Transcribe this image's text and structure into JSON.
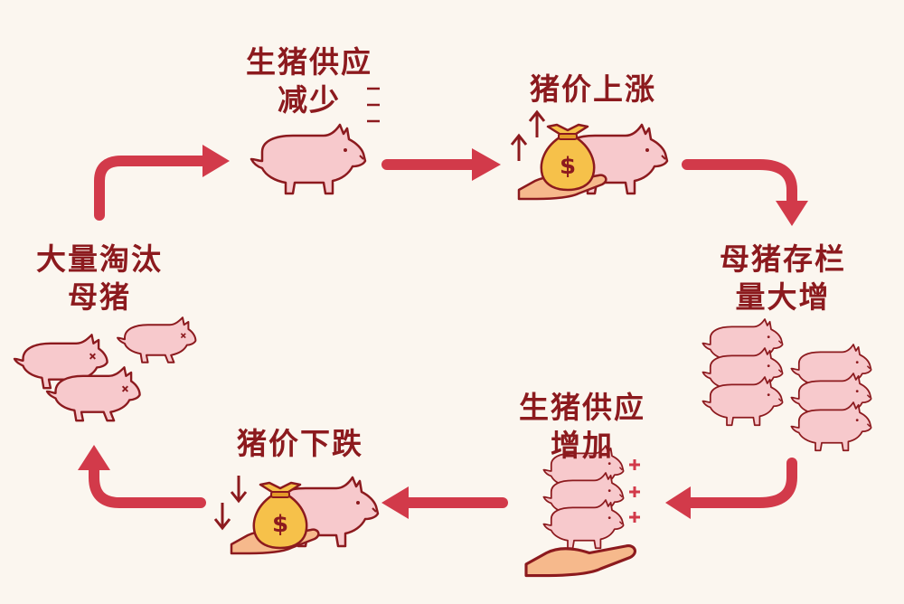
{
  "stages": [
    {
      "id": "supply-decrease",
      "lines": [
        "生猪供应",
        "减少"
      ]
    },
    {
      "id": "price-up",
      "lines": [
        "猪价上涨"
      ]
    },
    {
      "id": "sow-increase",
      "lines": [
        "母猪存栏",
        "量大增"
      ]
    },
    {
      "id": "supply-increase",
      "lines": [
        "生猪供应",
        "增加"
      ]
    },
    {
      "id": "price-down",
      "lines": [
        "猪价下跌"
      ]
    },
    {
      "id": "cull-sows",
      "lines": [
        "大量淘汰",
        "母猪"
      ]
    }
  ],
  "money_symbol": "$",
  "colors": {
    "background": "#fbf6ef",
    "arrow": "#d23a4a",
    "text": "#8c1a1e",
    "pig_fill": "#f7c9cc",
    "pig_stroke": "#8c1a1e",
    "bag": "#f6c14a",
    "hand": "#f6b98c"
  }
}
